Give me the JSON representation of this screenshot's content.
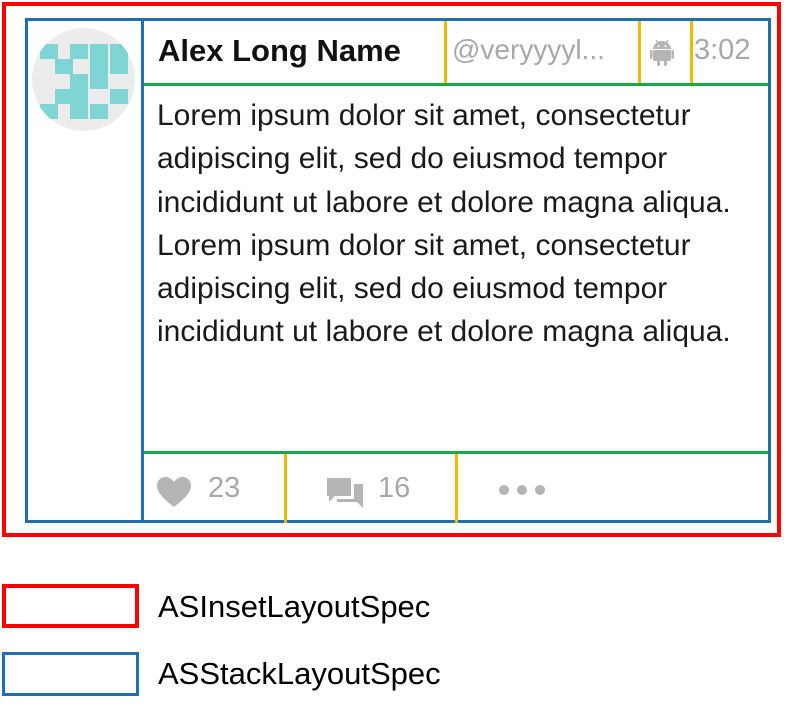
{
  "tweet": {
    "author_name": "Alex Long Name",
    "handle": "@veryyyyl...",
    "time": "3:02",
    "body": "Lorem ipsum dolor sit amet, consectetur adipiscing elit, sed do eiusmod tempor incididunt ut labore et dolore magna aliqua. Lorem ipsum dolor sit amet, consectetur adipiscing elit, sed do eiusmod tempor incididunt ut labore et dolore magna aliqua.",
    "likes": "23",
    "comments": "16"
  },
  "legend": [
    {
      "label": "ASInsetLayoutSpec",
      "color": "#ff0000"
    },
    {
      "label": "ASStackLayoutSpec",
      "color": "#1f6fb5"
    }
  ],
  "colors": {
    "inset_spec": "#ff0000",
    "stack_spec": "#1f6fb5",
    "divider_horizontal": "#1aa64b",
    "divider_vertical": "#f5b800",
    "avatar_teal": "#7fd4d4",
    "muted_text": "#a8a8a8"
  },
  "icons": [
    "avatar",
    "android-icon",
    "heart-icon",
    "comments-icon",
    "more-icon"
  ]
}
